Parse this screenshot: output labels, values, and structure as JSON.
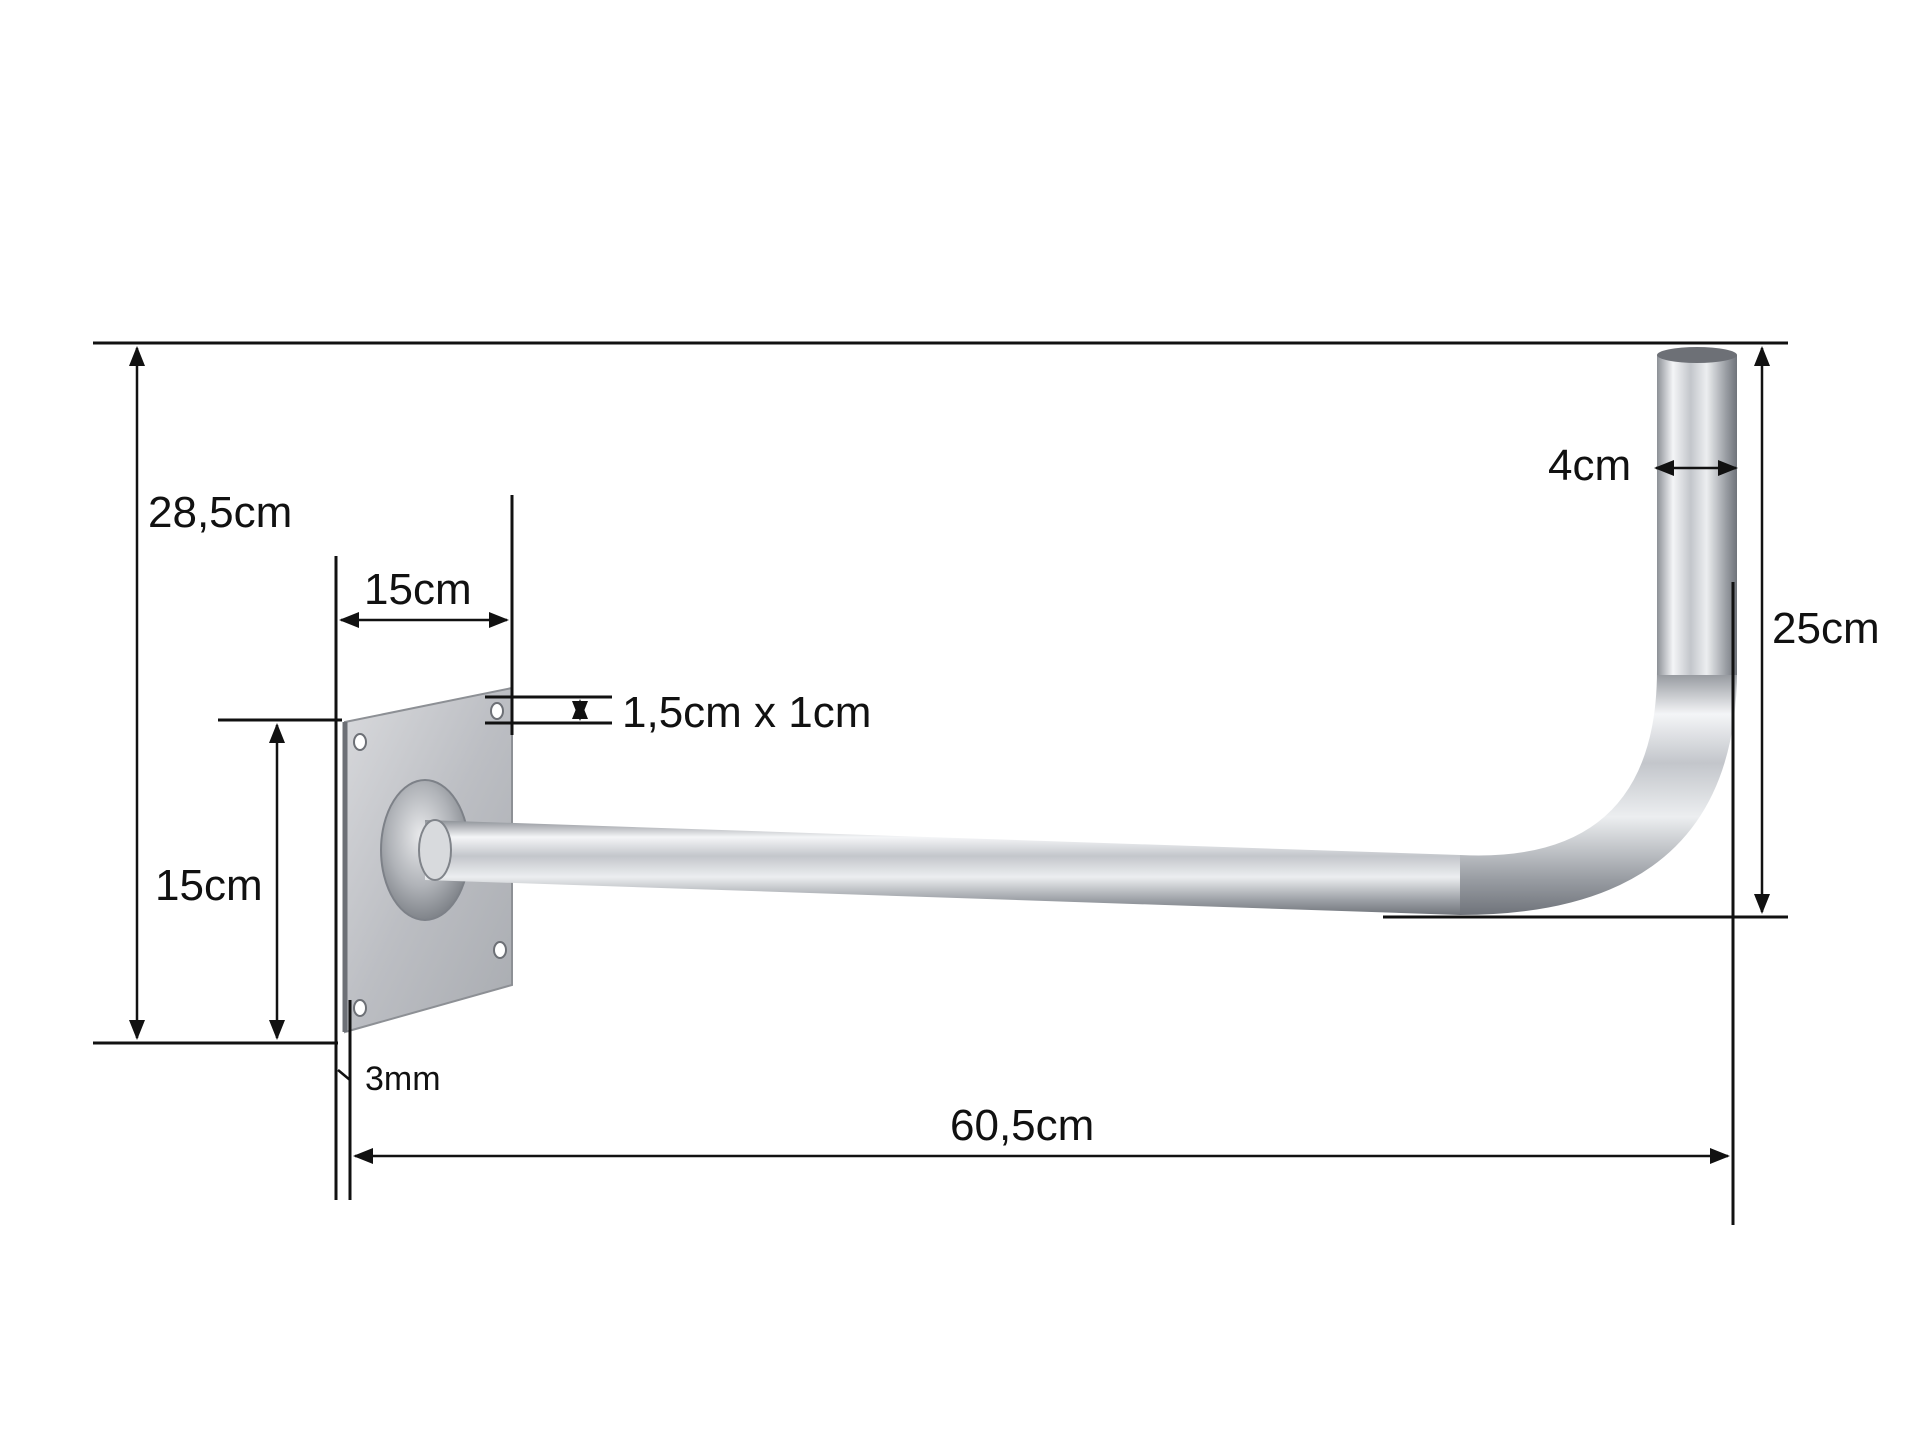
{
  "diagram": {
    "colors": {
      "line": "#111111",
      "metal_light": "#f2f3f5",
      "metal_mid": "#b9bcc2",
      "metal_dark": "#7d8188",
      "plate": "#c6c8cc"
    },
    "labels": {
      "total_height": "28,5cm",
      "plate_width": "15cm",
      "slot_size": "1,5cm x 1cm",
      "plate_height": "15cm",
      "plate_thickness": "3mm",
      "total_length": "60,5cm",
      "tube_diameter": "4cm",
      "mast_height": "25cm"
    },
    "dimensions": {
      "total_height": {
        "value": 28.5,
        "unit": "cm"
      },
      "plate_width": {
        "value": 15,
        "unit": "cm"
      },
      "slot_size": {
        "width": 1.5,
        "height": 1,
        "unit": "cm"
      },
      "plate_height": {
        "value": 15,
        "unit": "cm"
      },
      "plate_thickness": {
        "value": 3,
        "unit": "mm"
      },
      "total_length": {
        "value": 60.5,
        "unit": "cm"
      },
      "tube_diameter": {
        "value": 4,
        "unit": "cm"
      },
      "mast_height": {
        "value": 25,
        "unit": "cm"
      }
    }
  }
}
